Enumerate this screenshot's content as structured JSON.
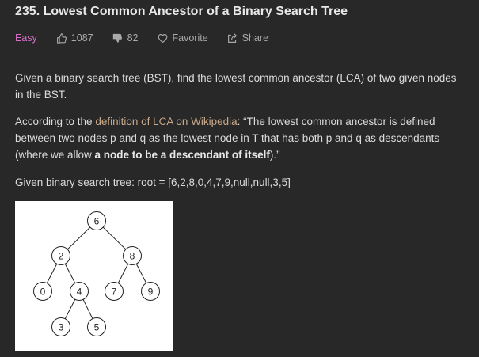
{
  "problem": {
    "title": "235. Lowest Common Ancestor of a Binary Search Tree",
    "difficulty": "Easy",
    "likes": "1087",
    "dislikes": "82",
    "favorite_label": "Favorite",
    "share_label": "Share"
  },
  "description": {
    "p1": "Given a binary search tree (BST), find the lowest common ancestor (LCA) of two given nodes in the BST.",
    "p2_prefix": "According to the ",
    "p2_link": "definition of LCA on Wikipedia",
    "p2_mid": ": “The lowest common ancestor is defined between two nodes p and q as the lowest node in T that has both p and q as descendants (where we allow ",
    "p2_bold": "a node to be a descendant of itself",
    "p2_suffix": ").”",
    "p3": "Given binary search tree:  root = [6,2,8,0,4,7,9,null,null,3,5]"
  },
  "tree": {
    "nodes": [
      "6",
      "2",
      "8",
      "0",
      "4",
      "7",
      "9",
      "3",
      "5"
    ]
  },
  "colors": {
    "background": "#282828",
    "difficulty_easy": "#d66fc4",
    "link": "#c9a98a"
  }
}
